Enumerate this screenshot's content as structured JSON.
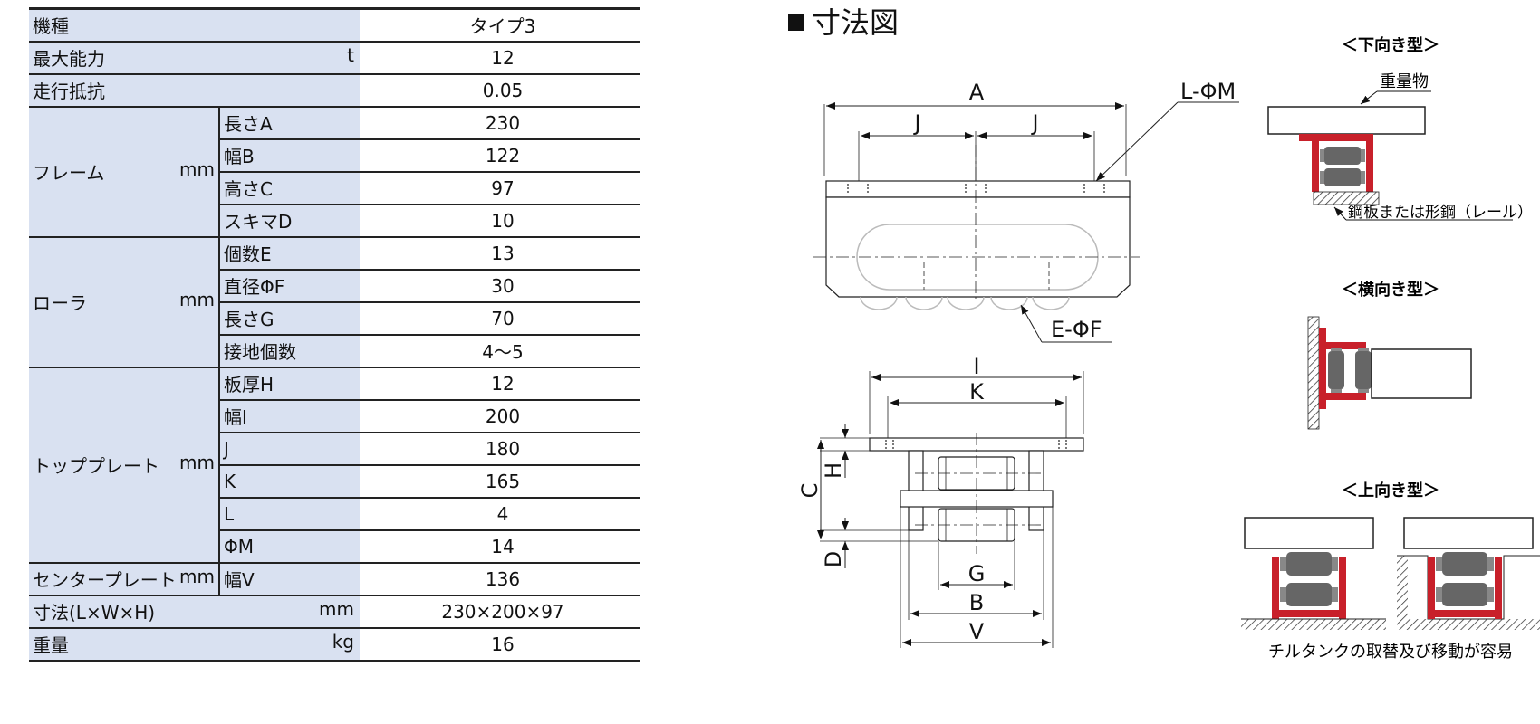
{
  "table": {
    "rows": [
      {
        "label": "機種",
        "unit": "",
        "value": "タイプ3"
      },
      {
        "label": "最大能力",
        "unit": "t",
        "value": "12"
      },
      {
        "label": "走行抵抗",
        "unit": "",
        "value": "0.05"
      }
    ],
    "groups": [
      {
        "label": "フレーム",
        "unit": "mm",
        "items": [
          {
            "sub": "長さA",
            "value": "230"
          },
          {
            "sub": "幅B",
            "value": "122"
          },
          {
            "sub": "高さC",
            "value": "97"
          },
          {
            "sub": "スキマD",
            "value": "10"
          }
        ]
      },
      {
        "label": "ローラ",
        "unit": "mm",
        "items": [
          {
            "sub": "個数E",
            "value": "13"
          },
          {
            "sub": "直径ΦF",
            "value": "30"
          },
          {
            "sub": "長さG",
            "value": "70"
          },
          {
            "sub": "接地個数",
            "value": "4～5"
          }
        ]
      },
      {
        "label": "トッププレート",
        "unit": "mm",
        "items": [
          {
            "sub": "板厚H",
            "value": "12"
          },
          {
            "sub": "幅I",
            "value": "200"
          },
          {
            "sub": "J",
            "value": "180"
          },
          {
            "sub": "K",
            "value": "165"
          },
          {
            "sub": "L",
            "value": "4"
          },
          {
            "sub": "ΦM",
            "value": "14"
          }
        ]
      },
      {
        "label": "センタープレート",
        "unit": "mm",
        "items": [
          {
            "sub": "幅V",
            "value": "136"
          }
        ]
      }
    ],
    "tail": [
      {
        "label": "寸法(L×W×H)",
        "unit": "mm",
        "value": "230×200×97"
      },
      {
        "label": "重量",
        "unit": "kg",
        "value": "16"
      }
    ]
  },
  "diagram": {
    "title": "寸法図",
    "labels": {
      "A": "A",
      "J1": "J",
      "J2": "J",
      "LM": "L-ΦM",
      "EF": "E-ΦF",
      "I": "I",
      "K": "K",
      "H": "H",
      "C": "C",
      "D": "D",
      "G": "G",
      "B": "B",
      "V": "V"
    },
    "usage": {
      "down_title": "＜下向き型＞",
      "down_load": "重量物",
      "down_rail": "鋼板または形鋼（レール）",
      "side_title": "＜横向き型＞",
      "up_title": "＜上向き型＞",
      "up_caption": "チルタンクの取替及び移動が容易"
    }
  },
  "colors": {
    "header_bg": "#d9e1f1",
    "frame_red": "#c8202a",
    "roller_gray": "#666666"
  }
}
